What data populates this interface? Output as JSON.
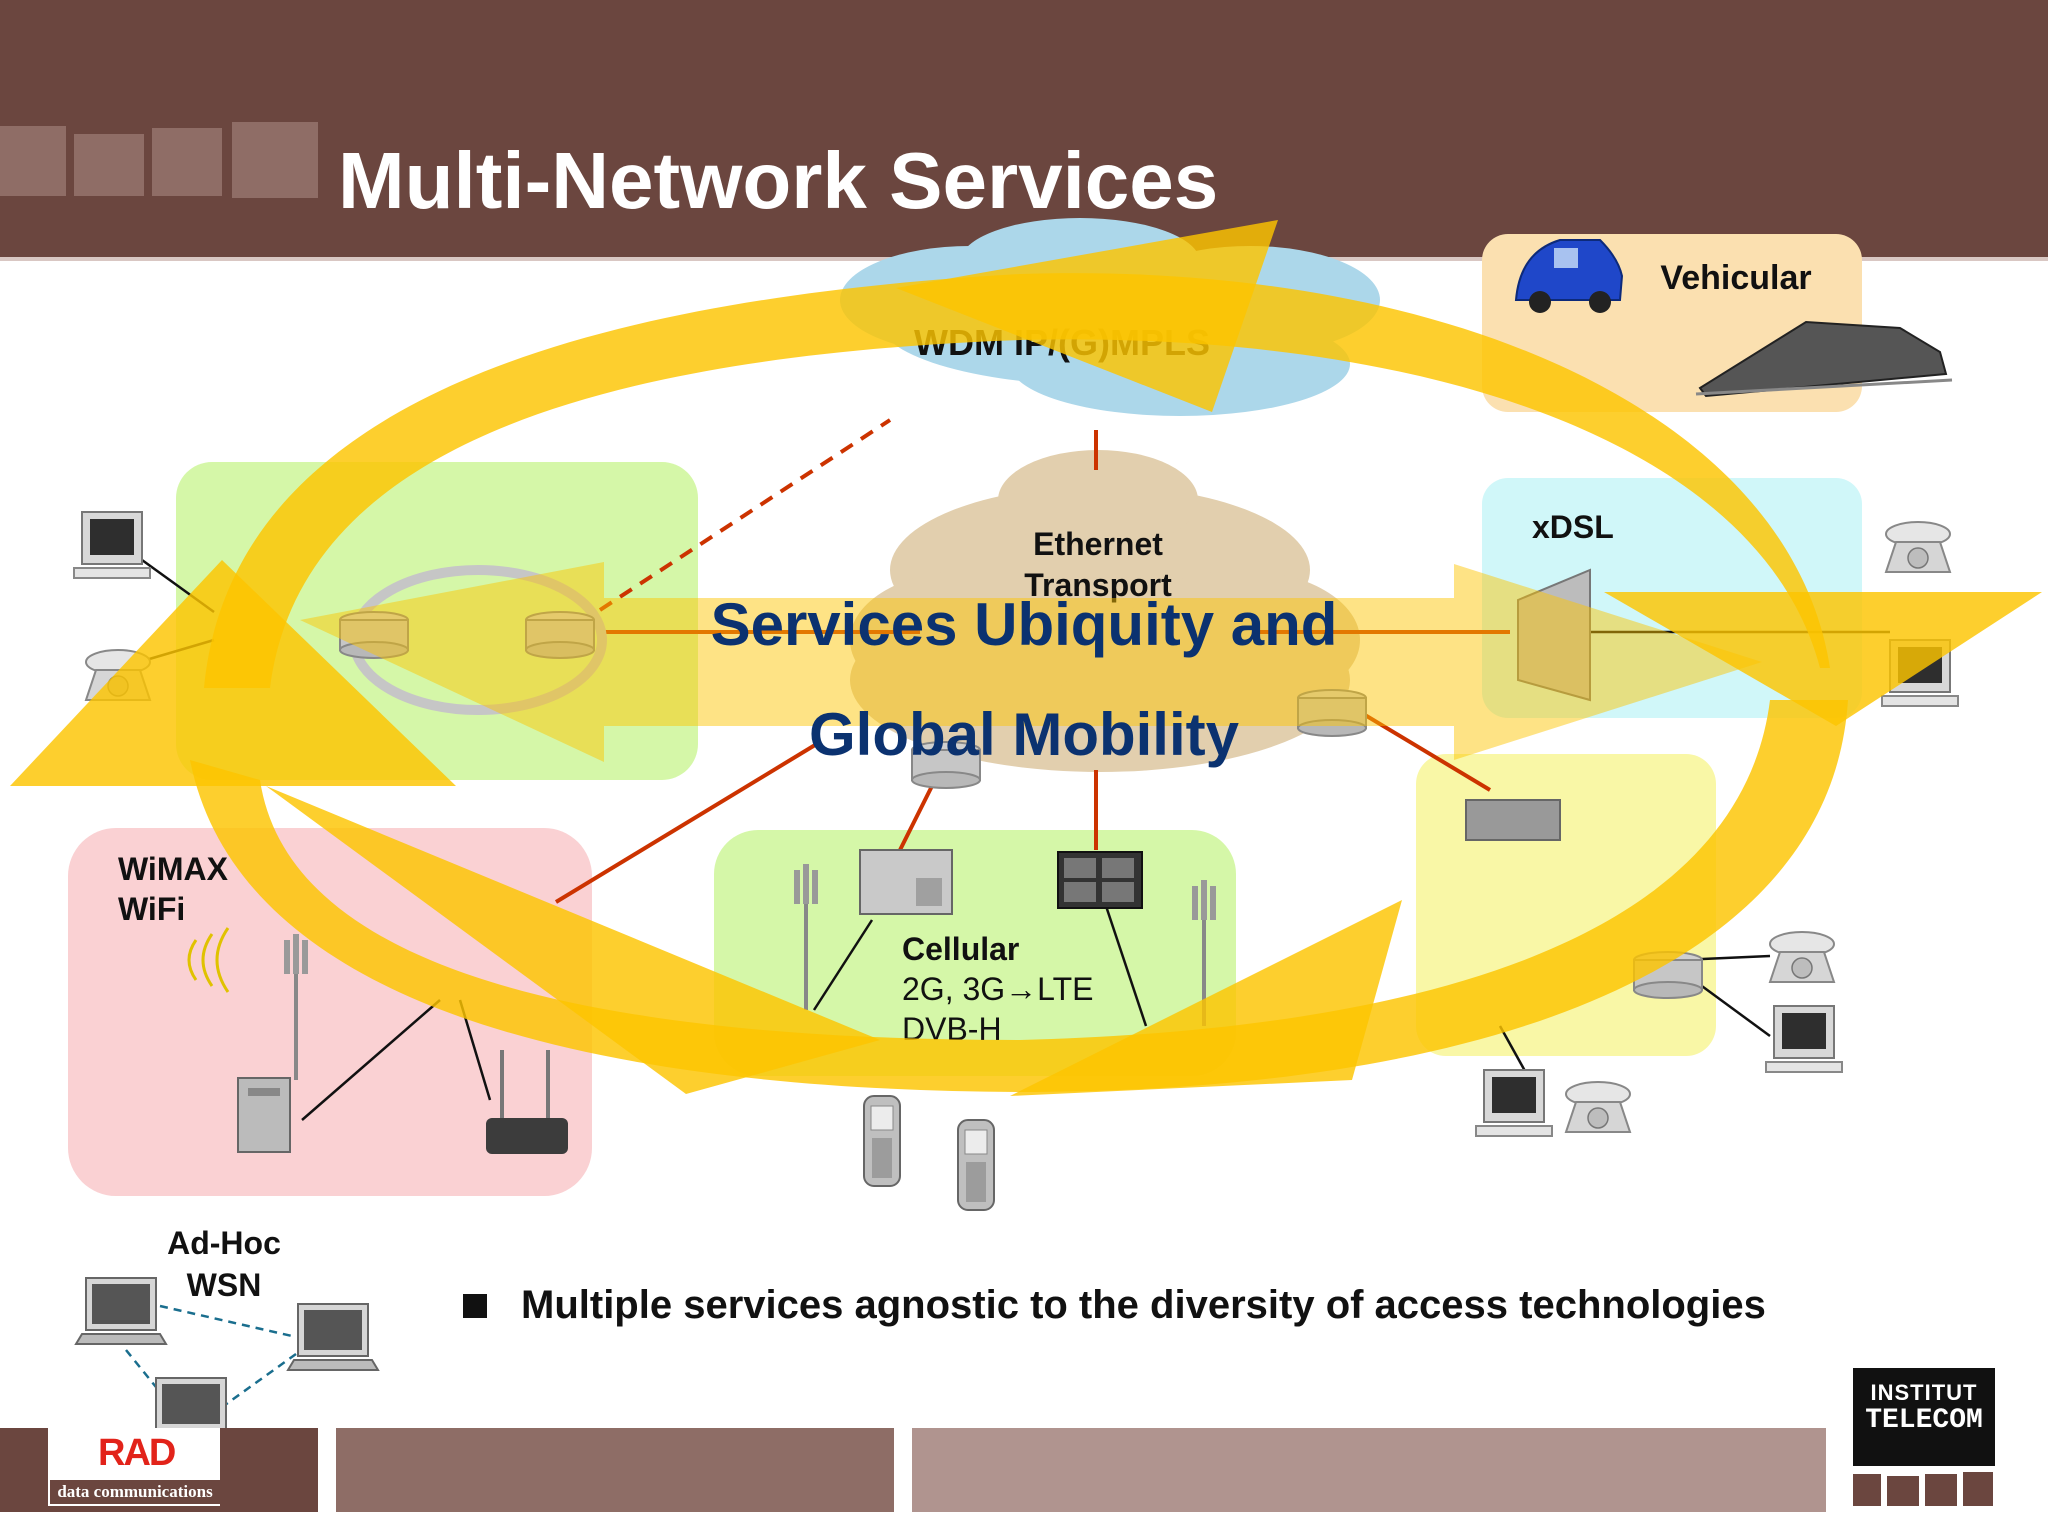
{
  "slide": {
    "title": "Multi-Network Services",
    "bullet": "Multiple services agnostic to the diversity of access technologies"
  },
  "overlay": {
    "line1": "Services Ubiquity and",
    "line2": "Global Mobility"
  },
  "network_labels": {
    "core": "WDM IP/(G)MPLS",
    "ethernet_line1": "Ethernet",
    "ethernet_line2": "Transport",
    "vehicular": "Vehicular",
    "xdsl": "xDSL",
    "wimax_line1": "WiMAX",
    "wimax_line2": "WiFi",
    "cellular_title": "Cellular",
    "cellular_line2": "2G, 3G→LTE",
    "cellular_line3": "DVB-H",
    "adhoc_line1": "Ad-Hoc",
    "adhoc_line2": "WSN"
  },
  "logos": {
    "rad_mark": "RAD",
    "rad_caption": "data communications",
    "telecom_line1": "INSTITUT",
    "telecom_line2": "TELECOM"
  },
  "colors": {
    "header": "#6b463f",
    "overlay_arrow": "#fcc400",
    "overlay_text": "#0b3270",
    "link": "#cc3300"
  }
}
